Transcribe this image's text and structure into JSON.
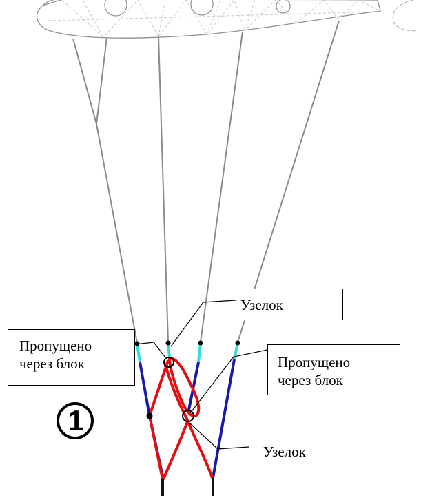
{
  "callouts": {
    "knot_top": "Узелок",
    "passed_left": [
      "Пропущено",
      "через блок"
    ],
    "passed_right": [
      "Пропущено",
      "через блок"
    ],
    "knot_bottom": "Узелок"
  },
  "figure_number": "1",
  "colors": {
    "suspension_lines": "#8a8a8a",
    "wing_outline": "#8f8f8f",
    "wing_truss": "#c8c8c8",
    "line_blue": "#1a1aa8",
    "line_red": "#e01010",
    "line_cyan": "#33dddd",
    "knot": "#000000",
    "callout_border": "#000000",
    "leader_line": "#000000"
  }
}
